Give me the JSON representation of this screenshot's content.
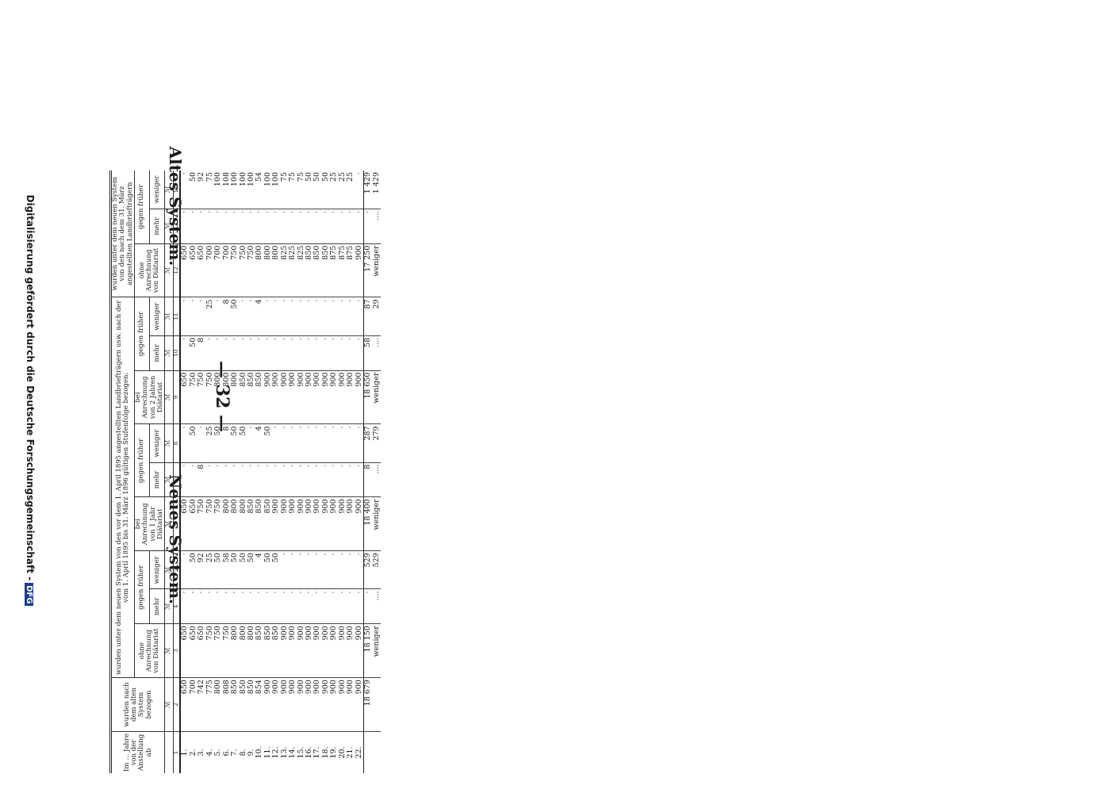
{
  "page_number": "— 32 —",
  "titles": {
    "left": "Altes System.",
    "right": "Neues System."
  },
  "header": {
    "c1": "Im ... Jahre von der Anstellung ab",
    "c2": "wurden nach dem alten System bezogen",
    "group_a": "wurden unter dem neuen System von den vor dem 1. April 1895 angestellten Landbriefträgern usw. nach der vom 1. April 1895 bis 31. März 1896 gültigen Stufenfolge bezogen:",
    "group_b": "wurden unter dem neuen System von den nach dem 31. März angestellten Landbriefträgern",
    "sub1": "ohne Anrechnung von Diätariat",
    "sub2": "bei Anrechnung von 1 Jahr Diätariat",
    "sub3": "bei Anrechnung von 2 Jahren Diätariat",
    "sub4": "ohne Anrechnung von Diätariat",
    "gegen_frueher": "gegen früher",
    "mehr": "mehr",
    "weniger": "weniger",
    "unit": "ℳ"
  },
  "col_numbers": [
    "1",
    "2",
    "3",
    "4",
    "5",
    "6",
    "7",
    "8",
    "9",
    "10",
    "11",
    "12",
    "13",
    "14"
  ],
  "rows": [
    [
      "1.",
      "650",
      "650",
      "·",
      "·",
      "650",
      "·",
      "·",
      "650",
      "·",
      "·",
      "650",
      "·",
      "·"
    ],
    [
      "2.",
      "700",
      "650",
      "·",
      "50",
      "650",
      "·",
      "50",
      "750",
      "50",
      "·",
      "650",
      "·",
      "50"
    ],
    [
      "3.",
      "742",
      "650",
      "·",
      "92",
      "750",
      "8",
      "·",
      "750",
      "8",
      "·",
      "650",
      "·",
      "92"
    ],
    [
      "4.",
      "775",
      "750",
      "·",
      "25",
      "750",
      "·",
      "25",
      "750",
      "·",
      "25",
      "700",
      "·",
      "75"
    ],
    [
      "5.",
      "800",
      "750",
      "·",
      "50",
      "750",
      "·",
      "50",
      "800",
      "·",
      "·",
      "700",
      "·",
      "100"
    ],
    [
      "6.",
      "808",
      "750",
      "·",
      "58",
      "800",
      "·",
      "8",
      "800",
      "·",
      "8",
      "700",
      "·",
      "108"
    ],
    [
      "7.",
      "850",
      "800",
      "·",
      "50",
      "800",
      "·",
      "50",
      "800",
      "·",
      "50",
      "750",
      "·",
      "100"
    ],
    [
      "8.",
      "850",
      "800",
      "·",
      "50",
      "800",
      "·",
      "50",
      "850",
      "·",
      "·",
      "750",
      "·",
      "100"
    ],
    [
      "9.",
      "850",
      "800",
      "·",
      "50",
      "850",
      "·",
      "·",
      "850",
      "·",
      "·",
      "750",
      "·",
      "100"
    ],
    [
      "10.",
      "854",
      "850",
      "·",
      "4",
      "850",
      "·",
      "4",
      "850",
      "·",
      "4",
      "800",
      "·",
      "54"
    ],
    [
      "11.",
      "900",
      "850",
      "·",
      "50",
      "850",
      "·",
      "50",
      "900",
      "·",
      "·",
      "800",
      "·",
      "100"
    ],
    [
      "12.",
      "900",
      "850",
      "·",
      "50",
      "900",
      "·",
      "·",
      "900",
      "·",
      "·",
      "800",
      "·",
      "100"
    ],
    [
      "13.",
      "900",
      "900",
      "·",
      "·",
      "900",
      "·",
      "·",
      "900",
      "·",
      "·",
      "825",
      "·",
      "75"
    ],
    [
      "14.",
      "900",
      "900",
      "·",
      "·",
      "900",
      "·",
      "·",
      "900",
      "·",
      "·",
      "825",
      "·",
      "75"
    ],
    [
      "15.",
      "900",
      "900",
      "·",
      "·",
      "900",
      "·",
      "·",
      "900",
      "·",
      "·",
      "825",
      "·",
      "75"
    ],
    [
      "16.",
      "900",
      "900",
      "·",
      "·",
      "900",
      "·",
      "·",
      "900",
      "·",
      "·",
      "850",
      "·",
      "50"
    ],
    [
      "17.",
      "900",
      "900",
      "·",
      "·",
      "900",
      "·",
      "·",
      "900",
      "·",
      "·",
      "850",
      "·",
      "50"
    ],
    [
      "18.",
      "900",
      "900",
      "·",
      "·",
      "900",
      "·",
      "·",
      "900",
      "·",
      "·",
      "850",
      "·",
      "50"
    ],
    [
      "19.",
      "900",
      "900",
      "·",
      "·",
      "900",
      "·",
      "·",
      "900",
      "·",
      "·",
      "875",
      "·",
      "25"
    ],
    [
      "20.",
      "900",
      "900",
      "·",
      "·",
      "900",
      "·",
      "·",
      "900",
      "·",
      "·",
      "875",
      "·",
      "25"
    ],
    [
      "21.",
      "900",
      "900",
      "·",
      "·",
      "900",
      "·",
      "·",
      "900",
      "·",
      "·",
      "875",
      "·",
      "25"
    ],
    [
      "22.",
      "900",
      "900",
      "·",
      "·",
      "900",
      "·",
      "·",
      "900",
      "·",
      "·",
      "900",
      "·",
      "·"
    ]
  ],
  "sums": [
    "",
    "18 679",
    "18 150",
    "·",
    "529",
    "18 400",
    "8",
    "287",
    "18 650",
    "58",
    "87",
    "17 250",
    "·",
    "1 429"
  ],
  "diffs": [
    "",
    "",
    "weniger",
    "....",
    "529",
    "weniger",
    "....",
    "279",
    "weniger",
    "....",
    "29",
    "weniger",
    "....",
    "1 429"
  ],
  "footer": {
    "text": "Digitalisierung gefördert durch die Deutsche Forschungsgemeinschaft -",
    "logo": "DFG"
  }
}
